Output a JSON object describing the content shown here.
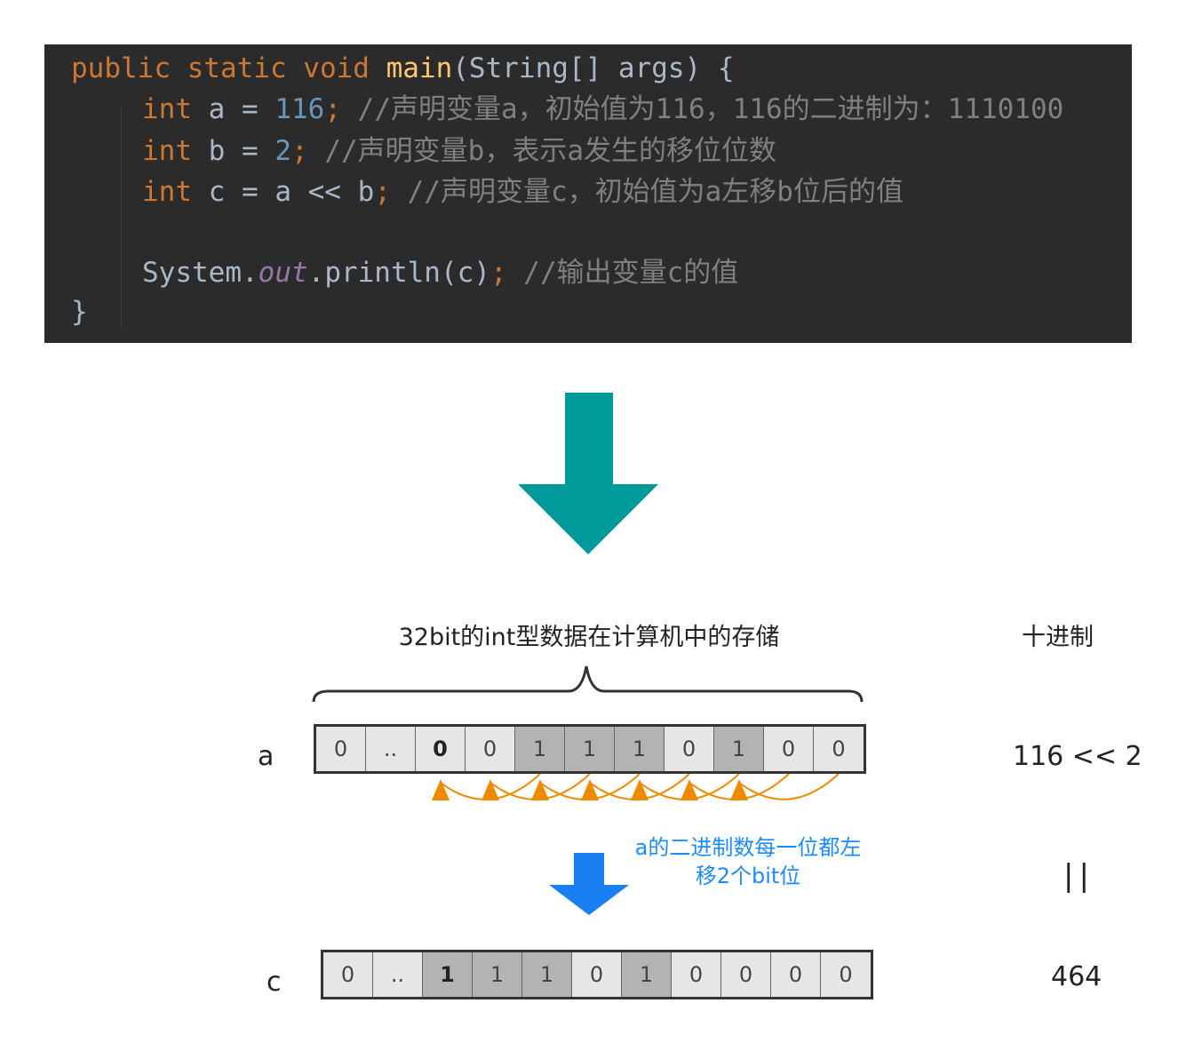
{
  "code": {
    "line1": {
      "kw": "public static void ",
      "fn": "main",
      "rest": "(String[] args) {"
    },
    "line2": {
      "kw": "int",
      "mid": " a = ",
      "num": "116",
      "semi": ";",
      "comment": " //声明变量a，初始值为116，116的二进制为：1110100"
    },
    "line3": {
      "kw": "int",
      "mid": " b = ",
      "num": "2",
      "semi": ";",
      "comment": " //声明变量b，表示a发生的移位位数"
    },
    "line4": {
      "kw": "int",
      "mid": " c = a << b",
      "semi": ";",
      "comment": " //声明变量c，初始值为a左移b位后的值"
    },
    "line5": {
      "pre": "System.",
      "field": "out",
      "post": ".println(c)",
      "semi": ";",
      "comment": " //输出变量c的值"
    },
    "line6": "}"
  },
  "diagram": {
    "title": "32bit的int型数据在计算机中的存储",
    "decimal_title": "十进制",
    "row_a": {
      "label": "a",
      "bits": [
        {
          "v": "0",
          "dark": false,
          "bold": false
        },
        {
          "v": "..",
          "dark": false,
          "bold": false
        },
        {
          "v": "0",
          "dark": false,
          "bold": true
        },
        {
          "v": "0",
          "dark": false,
          "bold": false
        },
        {
          "v": "1",
          "dark": true,
          "bold": false
        },
        {
          "v": "1",
          "dark": true,
          "bold": false
        },
        {
          "v": "1",
          "dark": true,
          "bold": false
        },
        {
          "v": "0",
          "dark": false,
          "bold": false
        },
        {
          "v": "1",
          "dark": true,
          "bold": false
        },
        {
          "v": "0",
          "dark": false,
          "bold": false
        },
        {
          "v": "0",
          "dark": false,
          "bold": false
        }
      ],
      "decimal": "116 << 2"
    },
    "shift_note_line1": "a的二进制数每一位都左",
    "shift_note_line2": "移2个bit位",
    "equals_sign": "||",
    "row_c": {
      "label": "c",
      "bits": [
        {
          "v": "0",
          "dark": false,
          "bold": false
        },
        {
          "v": "..",
          "dark": false,
          "bold": false
        },
        {
          "v": "1",
          "dark": true,
          "bold": true
        },
        {
          "v": "1",
          "dark": true,
          "bold": false
        },
        {
          "v": "1",
          "dark": true,
          "bold": false
        },
        {
          "v": "0",
          "dark": false,
          "bold": false
        },
        {
          "v": "1",
          "dark": true,
          "bold": false
        },
        {
          "v": "0",
          "dark": false,
          "bold": false
        },
        {
          "v": "0",
          "dark": false,
          "bold": false
        },
        {
          "v": "0",
          "dark": false,
          "bold": false
        },
        {
          "v": "0",
          "dark": false,
          "bold": false
        }
      ],
      "decimal": "464"
    },
    "colors": {
      "big_arrow": "#009a9a",
      "shift_arrows": "#f08a00",
      "small_arrow": "#1a7ff0",
      "note_text": "#1a8cff"
    }
  }
}
